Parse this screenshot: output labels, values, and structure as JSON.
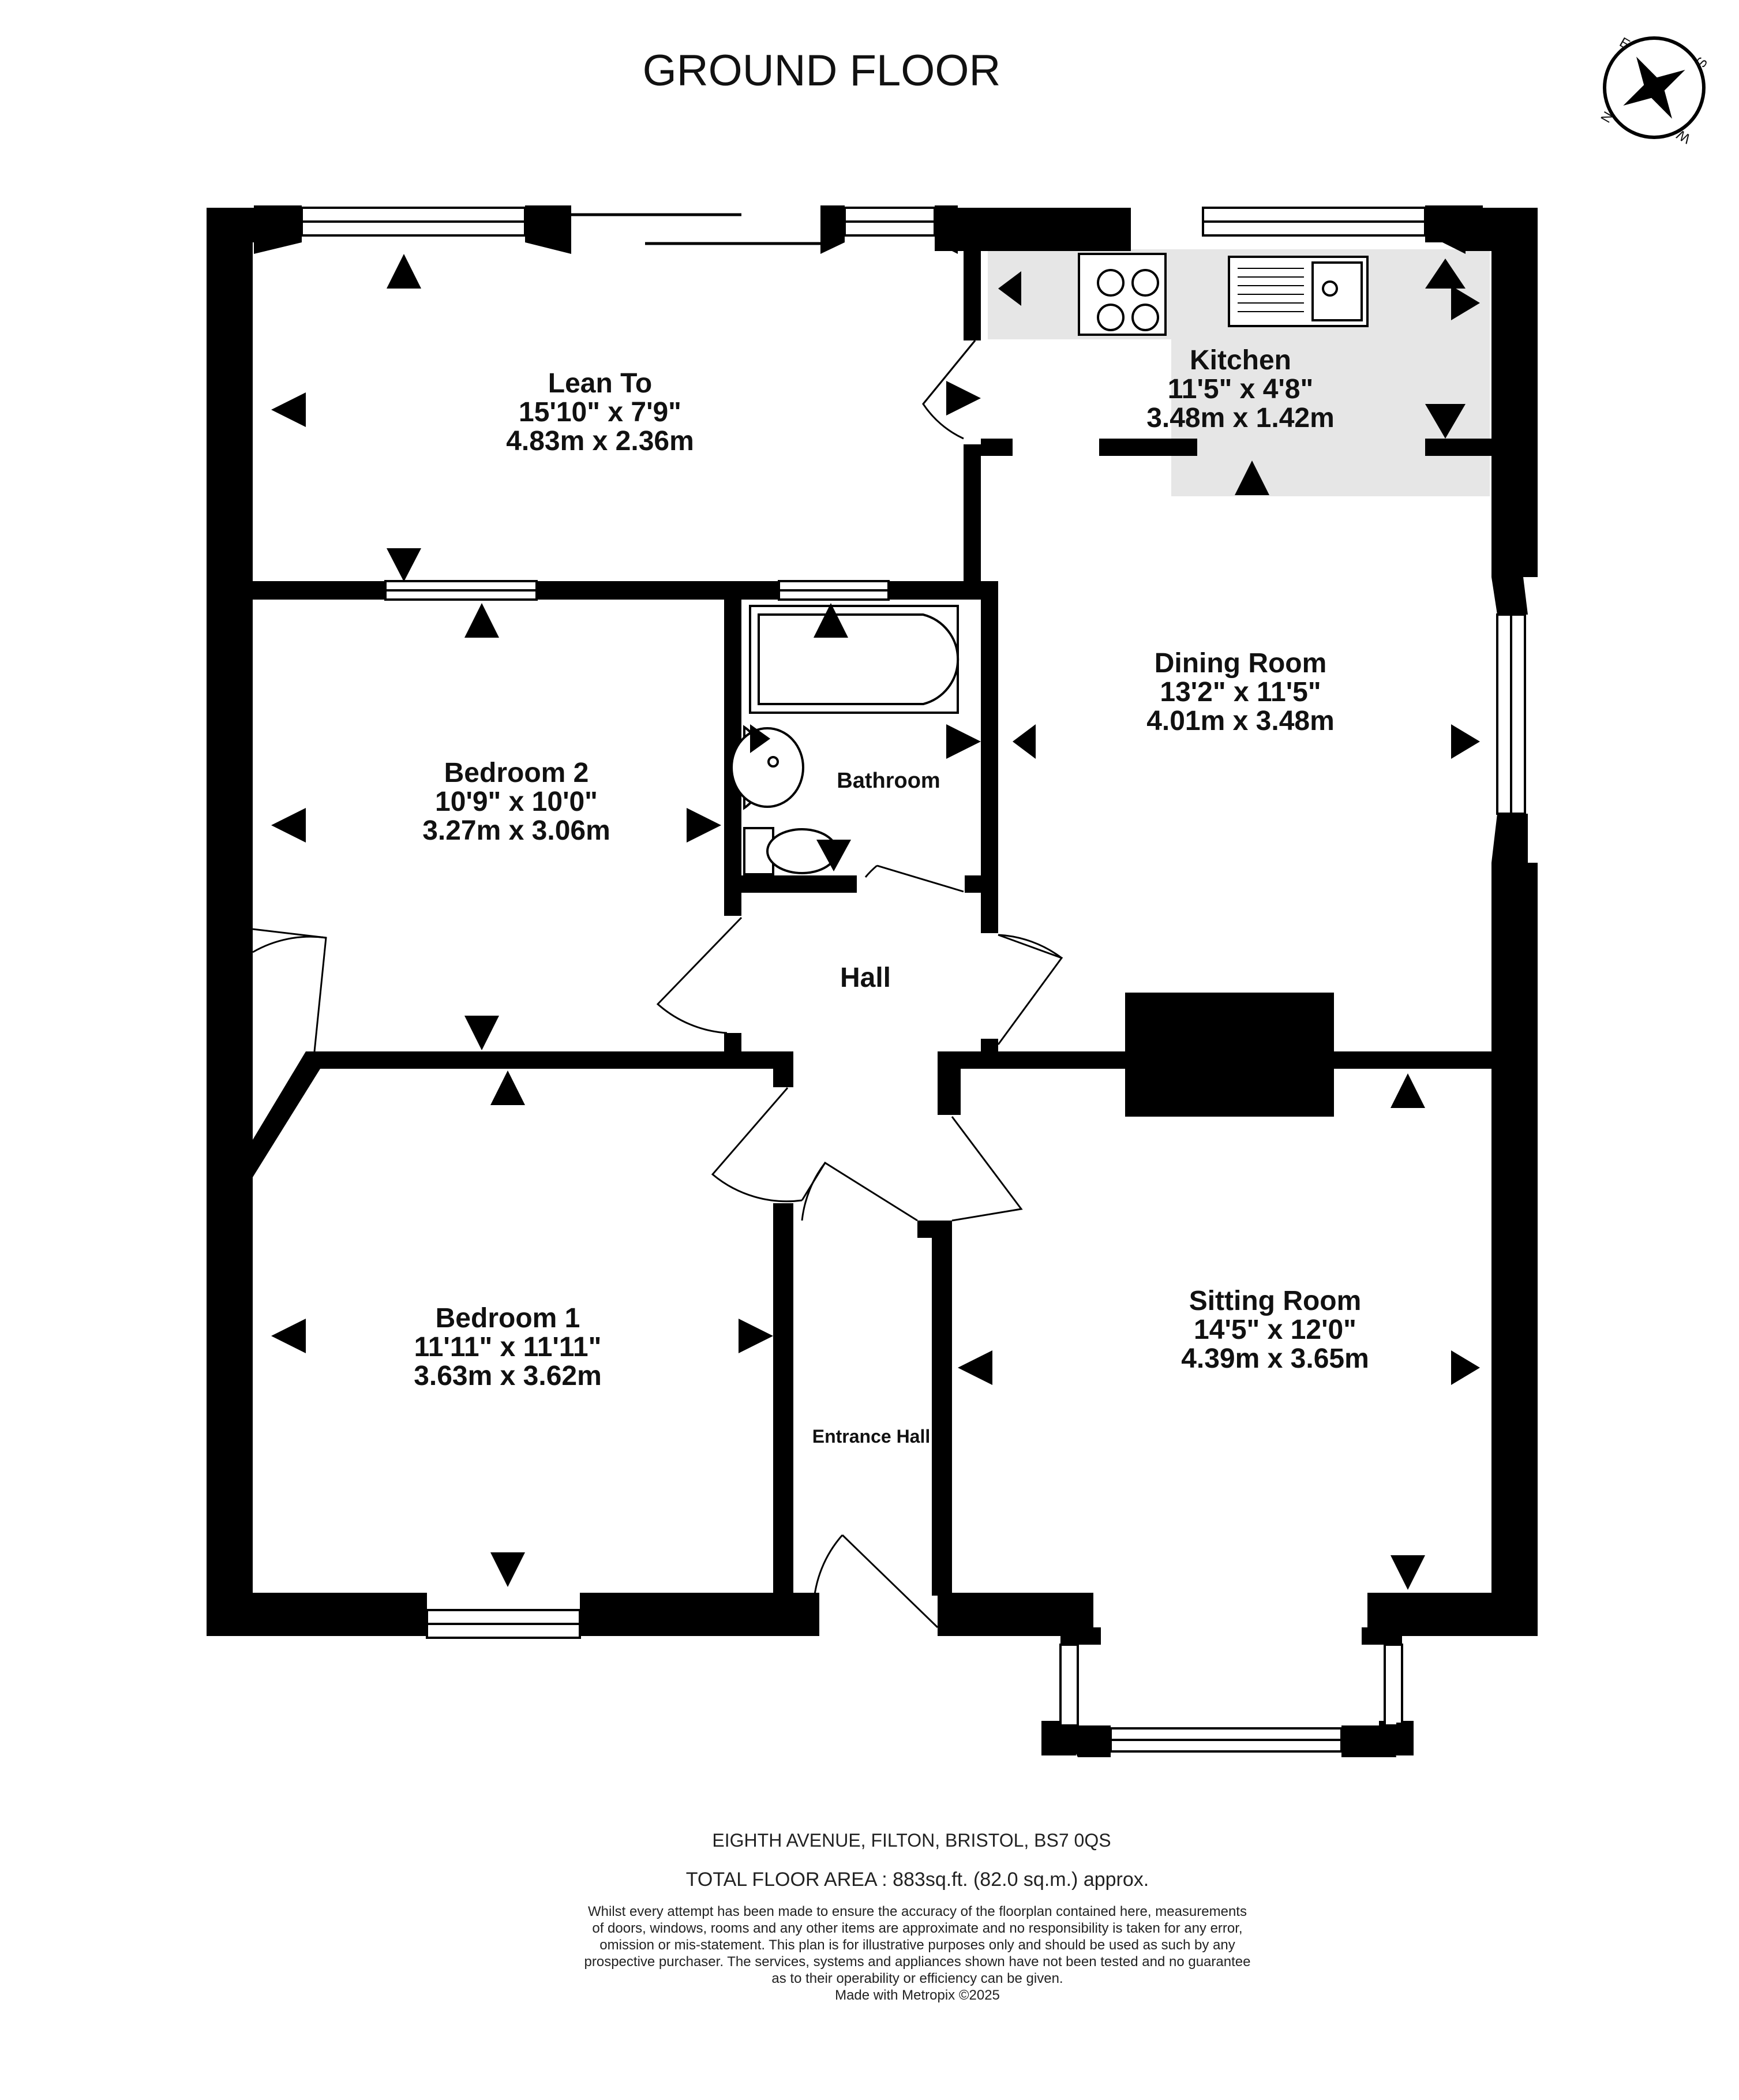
{
  "title": "GROUND FLOOR",
  "compass": {
    "icon": "compass-rose-icon",
    "north": "N",
    "east": "E",
    "south": "S",
    "west": "W"
  },
  "rooms": {
    "lean_to": {
      "name": "Lean To",
      "imperial": "15'10\"  x 7'9\"",
      "metric": "4.83m  x 2.36m"
    },
    "kitchen": {
      "name": "Kitchen",
      "imperial": "11'5\"  x 4'8\"",
      "metric": "3.48m  x 1.42m"
    },
    "dining_room": {
      "name": "Dining Room",
      "imperial": "13'2\"  x 11'5\"",
      "metric": "4.01m  x 3.48m"
    },
    "bedroom_2": {
      "name": "Bedroom 2",
      "imperial": "10'9\"  x 10'0\"",
      "metric": "3.27m  x 3.06m"
    },
    "bathroom": {
      "name": "Bathroom"
    },
    "hall": {
      "name": "Hall"
    },
    "bedroom_1": {
      "name": "Bedroom 1",
      "imperial": "11'11\"  x 11'11\"",
      "metric": "3.63m  x 3.62m"
    },
    "sitting_room": {
      "name": "Sitting Room",
      "imperial": "14'5\"  x 12'0\"",
      "metric": "4.39m  x 3.65m"
    },
    "entrance_hall": {
      "name": "Entrance Hall"
    }
  },
  "footer": {
    "address": "EIGHTH AVENUE, FILTON, BRISTOL, BS7 0QS",
    "total_area": "TOTAL FLOOR AREA : 883sq.ft. (82.0 sq.m.) approx.",
    "disclaimer": [
      "Whilst every attempt has been made to ensure the accuracy of the floorplan contained here, measurements",
      "of doors, windows, rooms and any other items are approximate and no responsibility is taken for any error,",
      "omission or mis-statement. This plan is for illustrative purposes only and should be used as such by any",
      "prospective purchaser. The services, systems and appliances shown have not been tested and no guarantee",
      "as to their operability or efficiency can be given.",
      "Made with Metropix ©2025"
    ]
  },
  "colors": {
    "wall": "#000000",
    "kitchen_fill": "#e6e6e6",
    "window": "#ffffff",
    "background": "#ffffff"
  }
}
